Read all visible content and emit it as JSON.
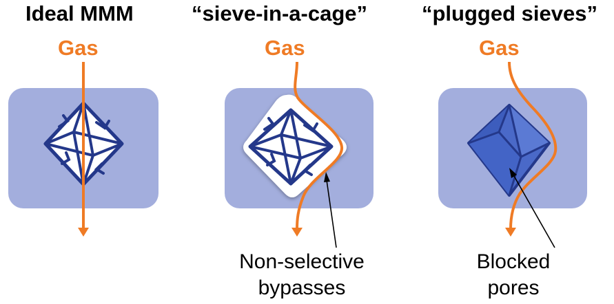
{
  "panels": [
    {
      "title": "Ideal MMM",
      "gas_label": "Gas"
    },
    {
      "title": "“sieve-in-a-cage”",
      "gas_label": "Gas",
      "annotation": [
        "Non-selective",
        "bypasses"
      ]
    },
    {
      "title": "“plugged sieves”",
      "gas_label": "Gas",
      "annotation": [
        "Blocked",
        "pores"
      ]
    }
  ],
  "colors": {
    "matrix": "#a3aedd",
    "crystal_outline": "#24388a",
    "crystal_fill_open": "#ffffff",
    "crystal_fill_plugged": "#4a69c8",
    "gas_flow": "#ef7b25",
    "arrow": "#000000"
  }
}
